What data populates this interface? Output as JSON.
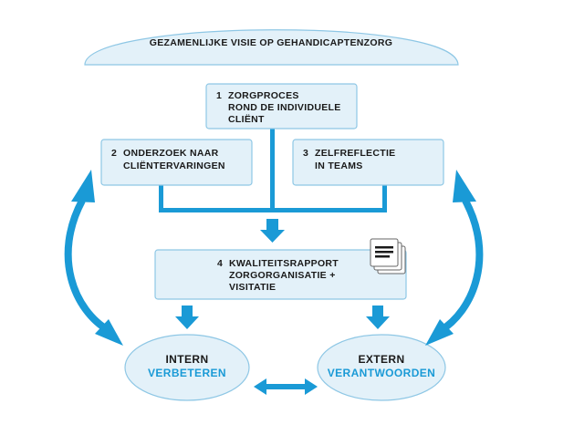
{
  "colors": {
    "box_fill": "#e3f1f9",
    "box_stroke": "#8ec7e5",
    "accent": "#1a9ad6"
  },
  "vision": {
    "label": "GEZAMENLIJKE VISIE OP GEHANDICAPTENZORG"
  },
  "box1": {
    "number": "1",
    "line1": "ZORGPROCES",
    "line2": "ROND DE INDIVIDUELE",
    "line3": "CLIËNT"
  },
  "box2": {
    "number": "2",
    "line1": "ONDERZOEK NAAR",
    "line2": "CLIËNTERVARINGEN"
  },
  "box3": {
    "number": "3",
    "line1": "ZELFREFLECTIE",
    "line2": "IN TEAMS"
  },
  "box4": {
    "number": "4",
    "line1": "KWALITEITSRAPPORT",
    "line2": "ZORGORGANISATIE +",
    "line3": "VISITATIE",
    "icon": "document-stack-icon"
  },
  "intern": {
    "line1": "INTERN",
    "line2": "VERBETEREN"
  },
  "extern": {
    "line1": "EXTERN",
    "line2": "VERANTWOORDEN"
  }
}
